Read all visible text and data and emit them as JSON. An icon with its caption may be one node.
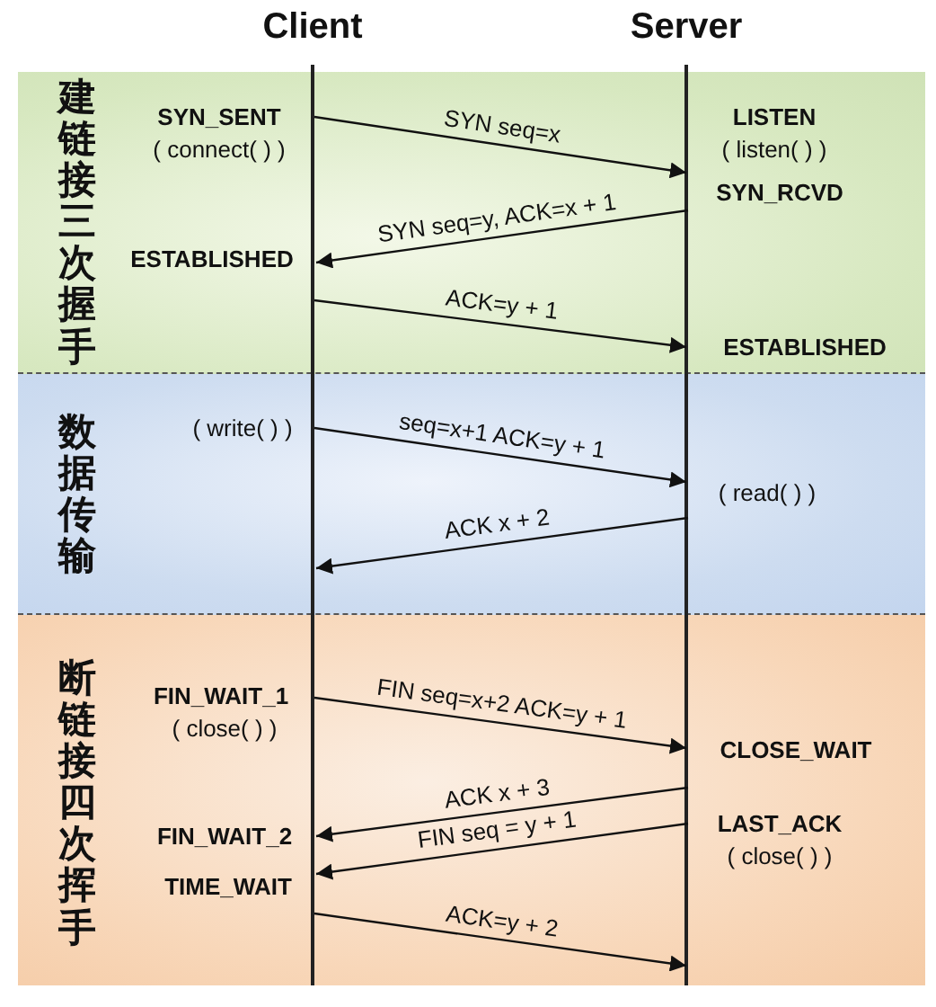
{
  "diagram": {
    "nodes": [
      {
        "text": [
          "Client"
        ]
      },
      {
        "text": [
          "Server"
        ]
      }
    ],
    "edges": [
      {
        "from": 0,
        "to": 1,
        "arrow": "to",
        "label": "SYN seq=x"
      },
      {
        "from": 1,
        "to": 0,
        "arrow": "to",
        "label": "SYN seq=y, ACK=x + 1"
      },
      {
        "from": 0,
        "to": 1,
        "arrow": "to",
        "label": "ACK=y + 1"
      },
      {
        "from": 0,
        "to": 1,
        "arrow": "to",
        "label": "seq=x+1 ACK=y + 1"
      },
      {
        "from": 1,
        "to": 0,
        "arrow": "to",
        "label": "ACK x + 2"
      },
      {
        "from": 0,
        "to": 1,
        "arrow": "to",
        "label": "FIN seq=x+2 ACK=y + 1"
      },
      {
        "from": 1,
        "to": 0,
        "arrow": "to",
        "label": "ACK x + 3"
      },
      {
        "from": 1,
        "to": 0,
        "arrow": "to",
        "label": "FIN seq = y + 1"
      },
      {
        "from": 0,
        "to": 1,
        "arrow": "to",
        "label": "ACK=y + 2"
      }
    ],
    "labels": [
      "建链接三次握手",
      "SYN_SENT",
      "( connect( ) )",
      "LISTEN",
      "( listen( ) )",
      "SYN_RCVD",
      "ESTABLISHED",
      "ESTABLISHED",
      "数据传输",
      "( write( ) )",
      "( read( ) )",
      "断链接四次挥手",
      "FIN_WAIT_1",
      "( close( ) )",
      "CLOSE_WAIT",
      "FIN_WAIT_2",
      "LAST_ACK",
      "( close( ) )",
      "TIME_WAIT"
    ]
  }
}
